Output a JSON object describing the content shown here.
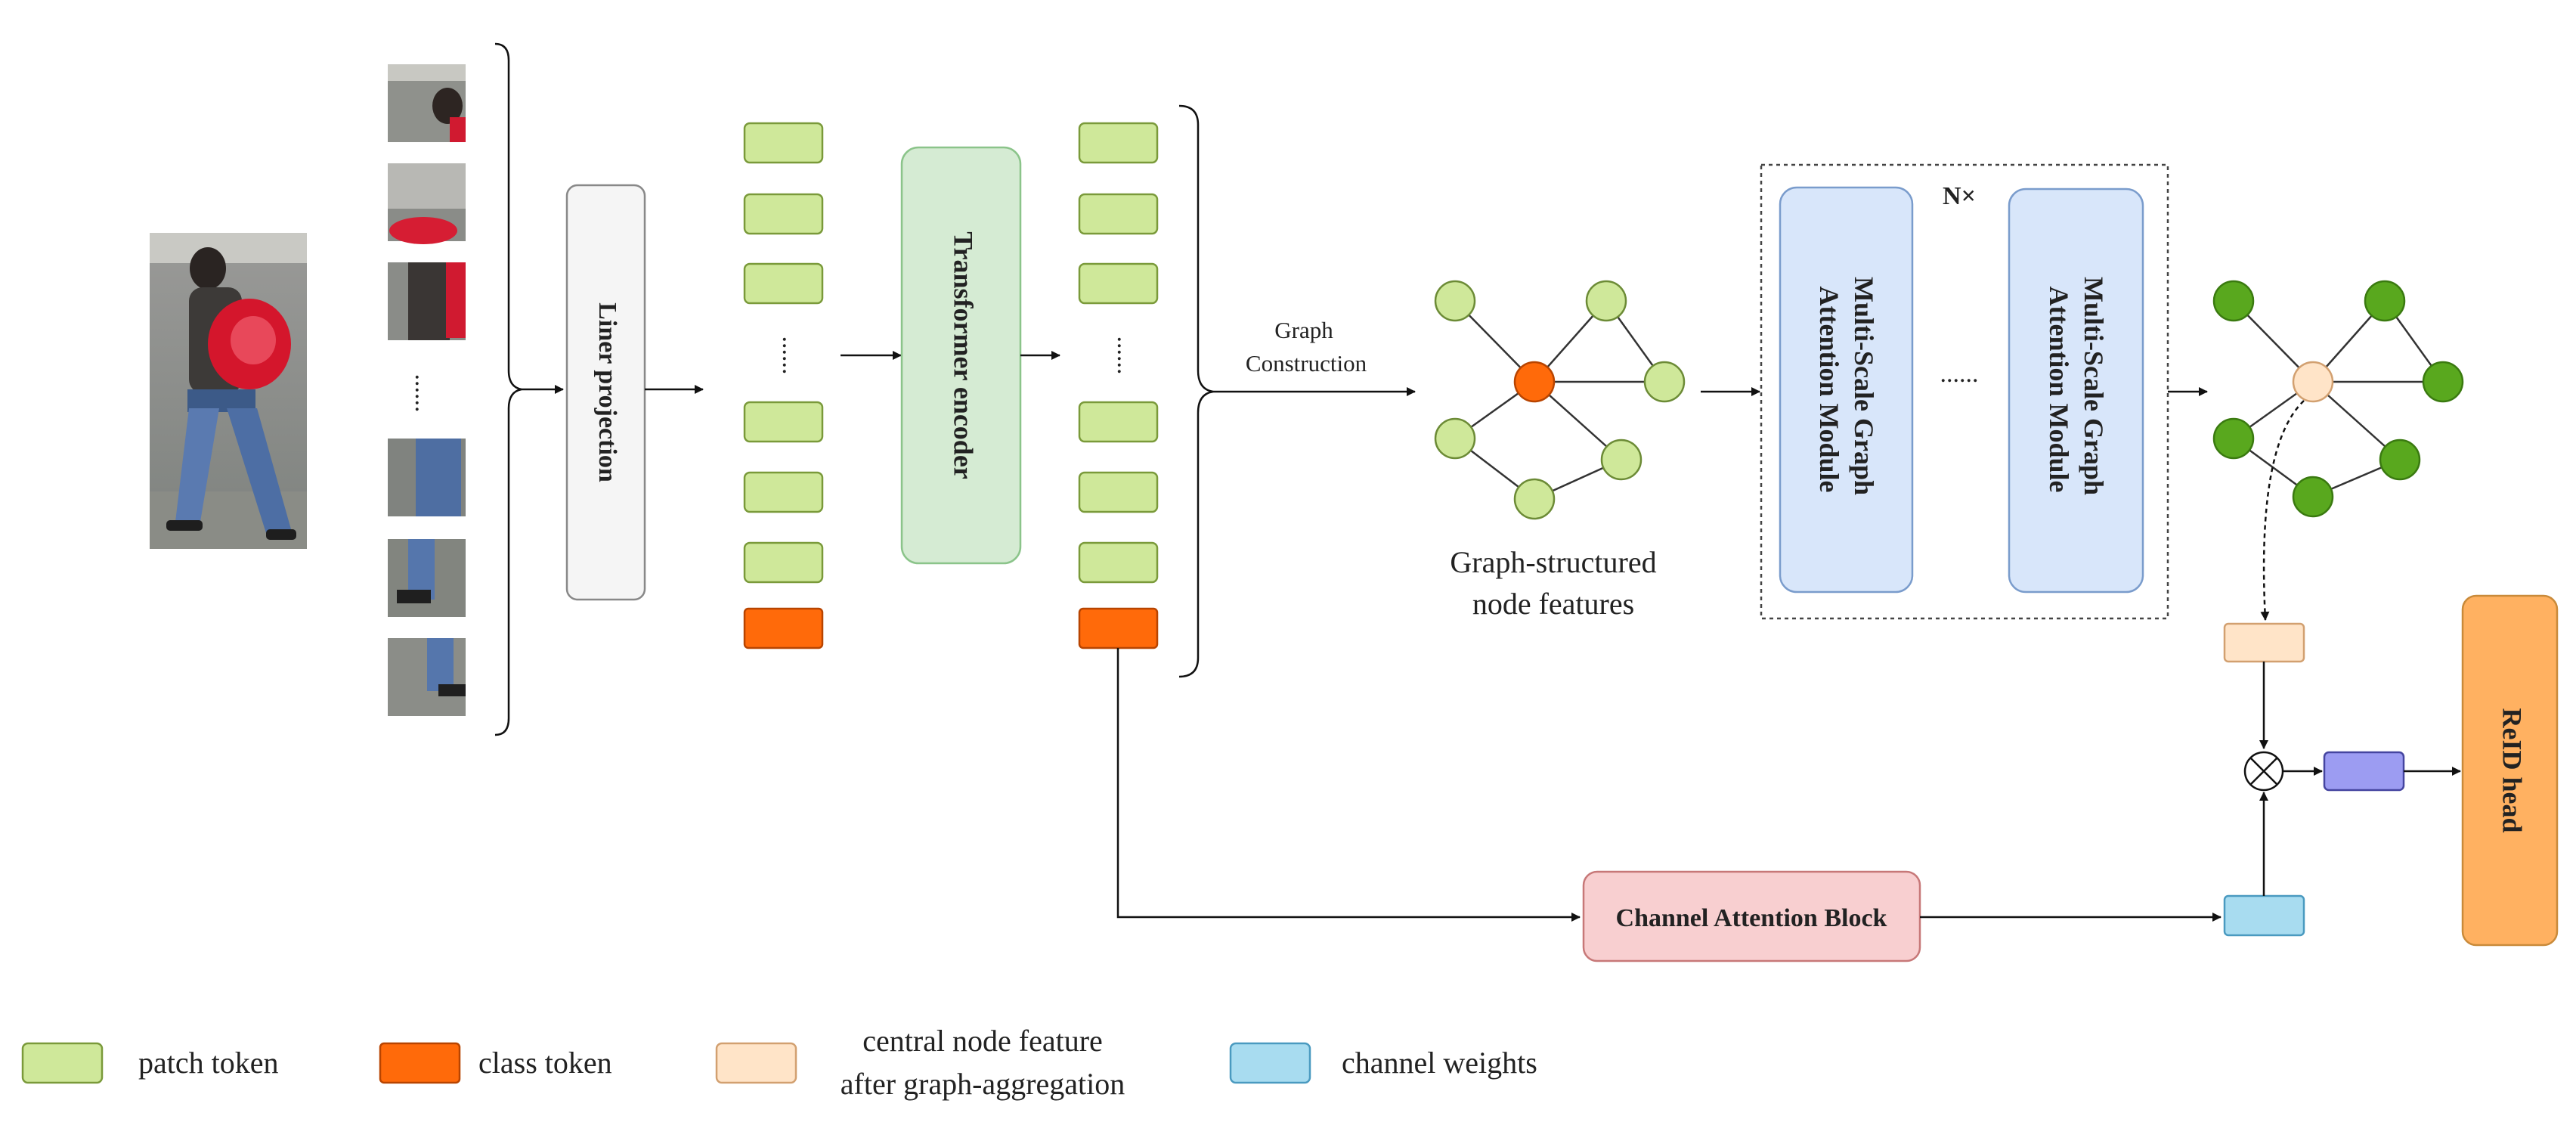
{
  "labels": {
    "liner_projection": "Liner projection",
    "transformer_encoder": "Transformer encoder",
    "graph_construction": [
      "Graph",
      "Construction"
    ],
    "graph_structured": [
      "Graph-structured",
      "node features"
    ],
    "n_times": "N×",
    "msg_module": [
      "Multi-Scale Graph",
      "Attention Module"
    ],
    "ellipsis": "......",
    "channel_attention": "Channel Attention Block",
    "reid_head": "ReID head"
  },
  "legend": {
    "patch_token": "patch token",
    "class_token": "class token",
    "central_node": [
      "central node feature",
      "after graph-aggregation"
    ],
    "channel_weights": "channel weights"
  },
  "colors": {
    "patch": "#cfe89a",
    "patch_stroke": "#7a9a3a",
    "cls": "#ff6a0a",
    "cls_stroke": "#b84400",
    "encoder_fill": "#d5ebd3",
    "encoder_stroke": "#8bc48a",
    "module_fill": "#d8e6fa",
    "module_stroke": "#7a9ccc",
    "cab_fill": "#f8cfd0",
    "cab_stroke": "#c77878",
    "reid_fill": "#ffb161",
    "reid_stroke": "#c98a3a",
    "central_fill": "#ffe4c8",
    "central_stroke": "#d2a070",
    "channel_fill": "#a8dcf0",
    "channel_stroke": "#4a9ac0",
    "output_fill": "#9c9cf2",
    "output_stroke": "#4545a0",
    "node_light": "#cfe89a",
    "node_dark": "#59a81e",
    "node_center": "#ff6a0a"
  }
}
